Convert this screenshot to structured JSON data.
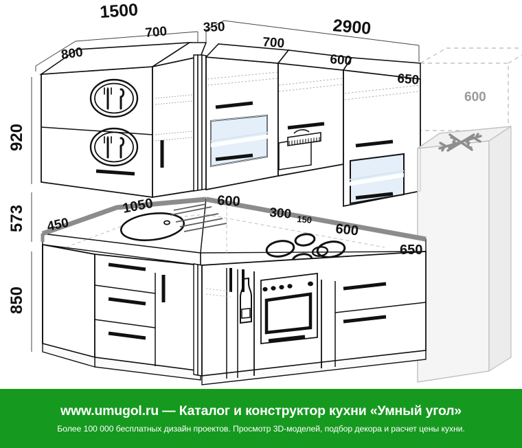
{
  "diagram": {
    "title": "Kitchen corner layout isometric plan",
    "units": "mm",
    "dimensions": {
      "top_left_total": "1500",
      "top_left_parts": [
        "800",
        "700"
      ],
      "corner_segment": "350",
      "top_right_total": "2900",
      "top_right_parts": [
        "700",
        "600",
        "650"
      ],
      "phantom_depth": "600",
      "fridge_width": "650",
      "left_vertical_upper": "920",
      "left_vertical_middle": "573",
      "left_vertical_lower": "850",
      "counter_left_end": "450",
      "counter_sink_run": "1050",
      "counter_corner": "600",
      "counter_bottle": "300",
      "counter_filler": "150",
      "counter_stove_run": "600"
    },
    "icons": {
      "dish_rack_upper": "cutlery-icon",
      "dish_rack_lower": "cutlery-icon",
      "freezer": "snowflake-icon",
      "hood": "range-hood-icon",
      "bottle_storage": "bottle-icon",
      "cooktop": "cooktop-burners-icon",
      "oven": "oven-icon",
      "sink": "sink-bowl-icon"
    },
    "colors": {
      "outline": "#111111",
      "glass_panel": "#e4eff9",
      "counter_edge": "#8c8c8c",
      "phantom": "#b3b3b3",
      "fridge_fill": "#f2f2f2",
      "banner_green": "#16991f"
    }
  },
  "footer": {
    "line1": "www.umugol.ru — Каталог и конструктор кухни «Умный угол»",
    "line2": "Более 100 000 бесплатных дизайн проектов. Просмотр 3D-моделей, подбор декора и расчет цены кухни."
  }
}
